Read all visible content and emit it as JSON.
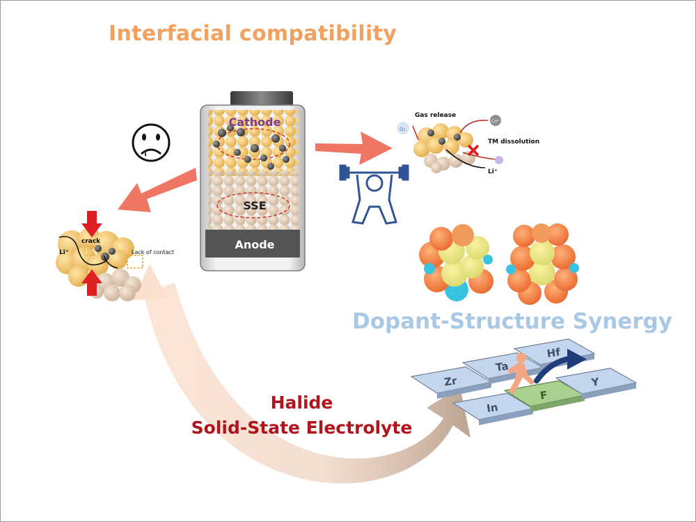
{
  "title": "Interfacial compatibility",
  "battery": {
    "cathode": "Cathode",
    "sse": "SSE",
    "anode": "Anode"
  },
  "interface_left": {
    "crack": "crack",
    "lack_of_contact": "Lack of contact",
    "li_ion": "Li⁺"
  },
  "interface_right": {
    "gas_release": "Gas release",
    "tm_dissolution": "TM dissolution",
    "o2": "O₂",
    "co": "Co²⁺",
    "li_ion": "Li⁺"
  },
  "synergy_title": "Dopant-Structure Synergy",
  "halide_title": {
    "line1": "Halide",
    "line2": "Solid-State Electrolyte"
  },
  "element_tiles": [
    "Zr",
    "Ta",
    "Hf",
    "In",
    "F",
    "Y"
  ],
  "icons": [
    "sad-face-icon",
    "weightlifter-icon",
    "runner-icon"
  ],
  "colors": {
    "orange_title": "#f2a15f",
    "blue_title": "#a9c8e6",
    "red_title": "#b0141d",
    "salmon_arrow": "#ef7565",
    "tile_highlight": "#a9d08e",
    "tile_blue": "#c3d6ee",
    "cathode_text": "#7a3f8f"
  }
}
